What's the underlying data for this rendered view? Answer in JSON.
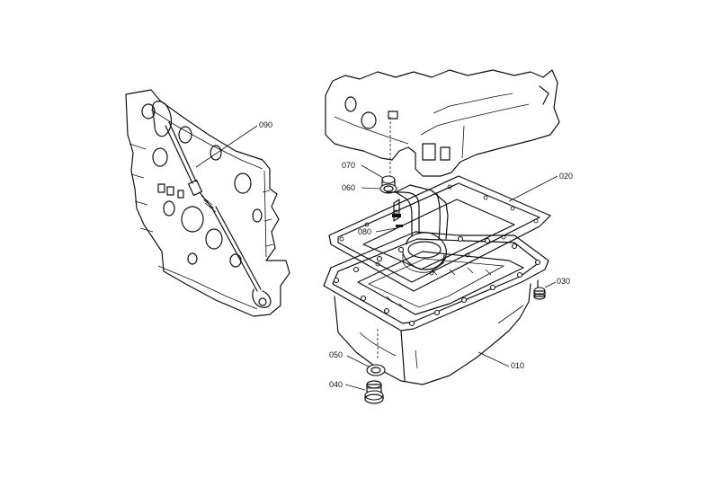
{
  "callouts": {
    "c090": "090",
    "c070": "070",
    "c060": "060",
    "c020": "020",
    "c080": "080",
    "c030": "030",
    "c050": "050",
    "c010": "010",
    "c040": "040"
  },
  "colors": {
    "line": "#111111",
    "background": "#ffffff"
  }
}
